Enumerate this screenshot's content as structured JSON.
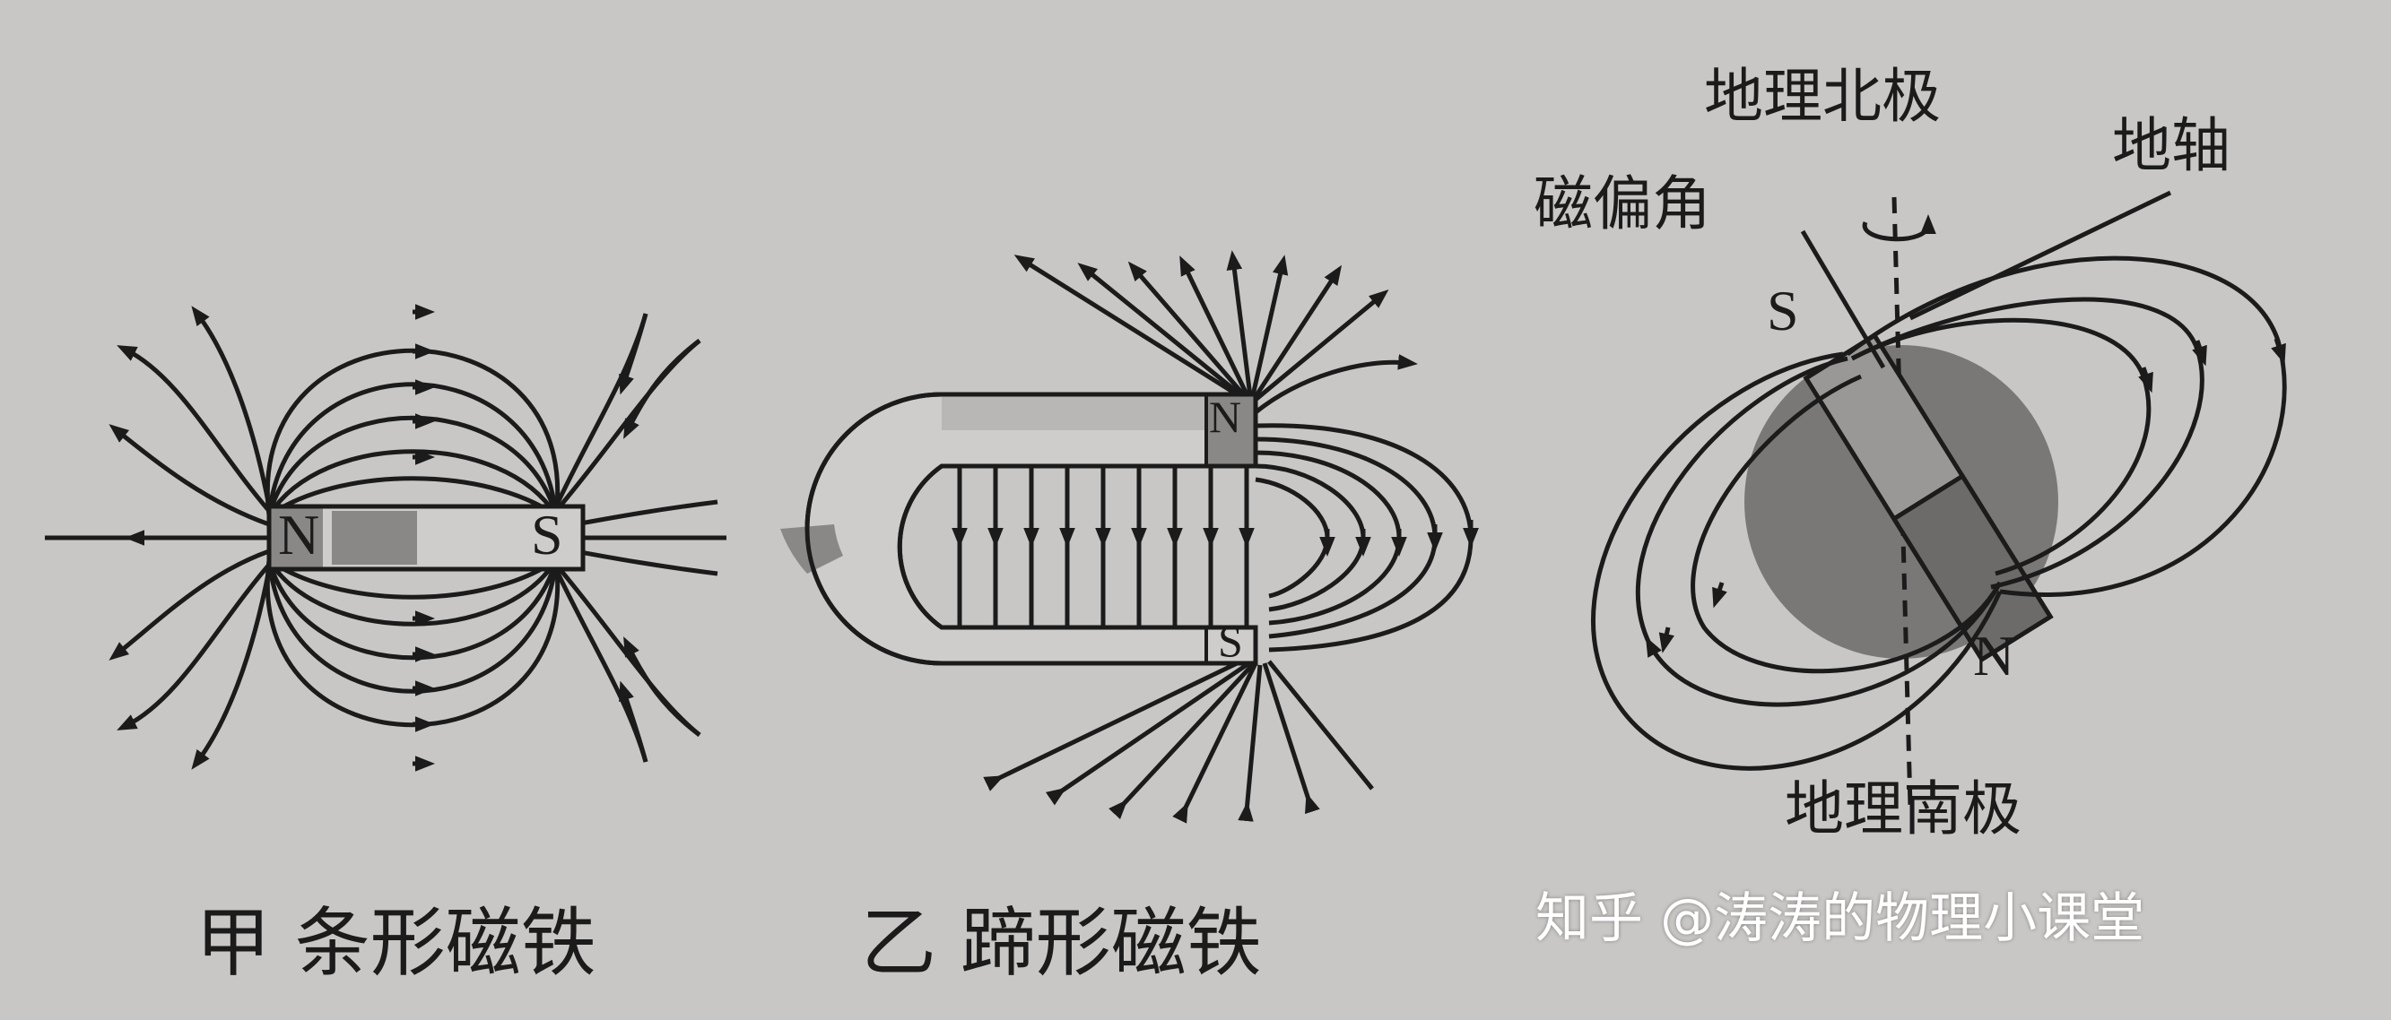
{
  "captions": {
    "bar_magnet": "甲 条形磁铁",
    "horseshoe_magnet": "乙 蹄形磁铁"
  },
  "poles": {
    "bar_north": "N",
    "bar_south": "S",
    "horseshoe_north": "N",
    "horseshoe_south": "S",
    "earth_south": "S",
    "earth_north": "N"
  },
  "earth_labels": {
    "geographic_north": "地理北极",
    "geographic_south": "地理南极",
    "declination": "磁偏角",
    "axis": "地轴"
  },
  "watermark": "知乎 @涛涛的物理小课堂",
  "colors": {
    "paper": "#c9c7c6",
    "ink": "#1b1b1b",
    "shade": "#8a8886",
    "earth": "#7a7877"
  }
}
